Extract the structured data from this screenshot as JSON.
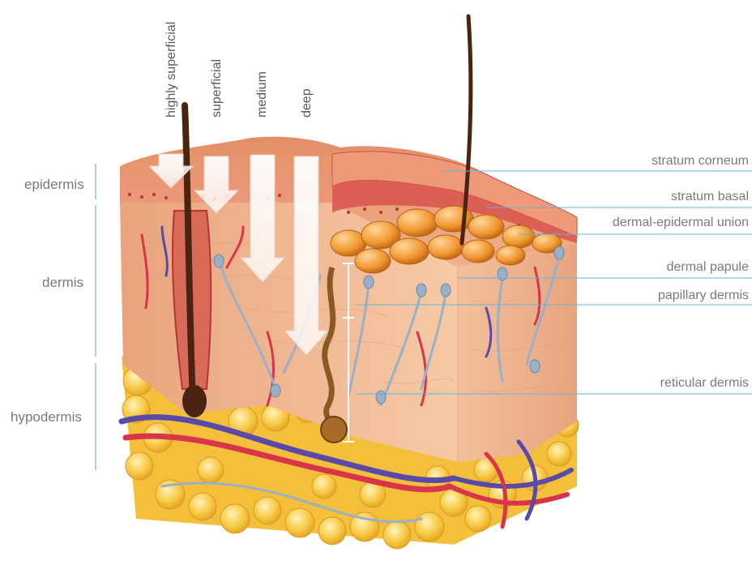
{
  "depth_labels": {
    "highly_superficial": "highly superficial",
    "superficial": "superficial",
    "medium": "medium",
    "deep": "deep"
  },
  "layers": {
    "epidermis": "epidermis",
    "dermis": "dermis",
    "hypodermis": "hypodermis"
  },
  "structures": {
    "stratum_corneum": "stratum corneum",
    "stratum_basal": "stratum basal",
    "dermal_epidermal_union": "dermal-epidermal union",
    "dermal_papule": "dermal papule",
    "papillary_dermis": "papillary dermis",
    "reticular_dermis": "reticular dermis"
  },
  "colors": {
    "leader_line": "#5fb6e0",
    "bracket": "#5fb6e0",
    "label_text": "#7a7a7a",
    "arrow_fill": "#ffffff",
    "skin_surface": "#e89a72",
    "epidermis": "#f0b48a",
    "dermis": "#f3c39e",
    "fat": "#f5c23c",
    "artery": "#d8344a",
    "vein": "#5a4aa8",
    "nerve": "#9ab0c8",
    "hair": "#4a2410"
  }
}
